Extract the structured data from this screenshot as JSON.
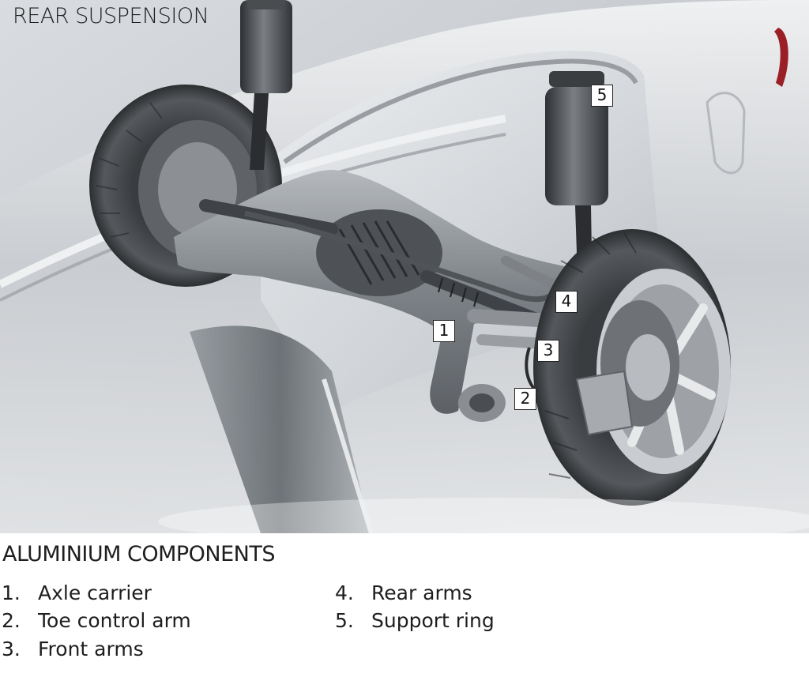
{
  "title": "REAR SUSPENSION",
  "callouts": [
    {
      "number": "1",
      "part": "axle-carrier"
    },
    {
      "number": "2",
      "part": "toe-control-arm"
    },
    {
      "number": "3",
      "part": "front-arms"
    },
    {
      "number": "4",
      "part": "rear-arms"
    },
    {
      "number": "5",
      "part": "support-ring"
    }
  ],
  "legend": {
    "heading": "ALUMINIUM COMPONENTS",
    "items": [
      {
        "num": "1.",
        "label": "Axle carrier"
      },
      {
        "num": "2.",
        "label": "Toe control arm"
      },
      {
        "num": "3.",
        "label": "Front arms"
      },
      {
        "num": "4.",
        "label": "Rear arms"
      },
      {
        "num": "5.",
        "label": "Support ring"
      }
    ]
  }
}
